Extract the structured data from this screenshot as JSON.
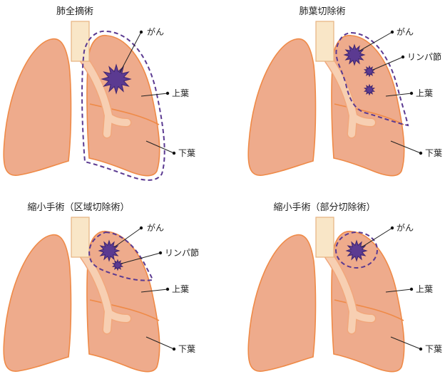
{
  "panels": [
    {
      "title": "肺全摘術",
      "labels": {
        "cancer": "がん",
        "upper": "上葉",
        "lower": "下葉"
      }
    },
    {
      "title": "肺葉切除術",
      "labels": {
        "cancer": "がん",
        "lymph": "リンパ節",
        "upper": "上葉",
        "lower": "下葉"
      }
    },
    {
      "title": "縮小手術（区域切除術）",
      "labels": {
        "cancer": "がん",
        "lymph": "リンパ節",
        "upper": "上葉",
        "lower": "下葉"
      }
    },
    {
      "title": "縮小手術（部分切除術）",
      "labels": {
        "cancer": "がん",
        "upper": "上葉",
        "lower": "下葉"
      }
    }
  ],
  "colors": {
    "lung_fill": "#eeab8c",
    "lung_stroke": "#ef8a47",
    "trachea_fill": "#f9e6c7",
    "tumor_fill": "#5b3a91",
    "cut_stroke": "#5b3a91"
  }
}
